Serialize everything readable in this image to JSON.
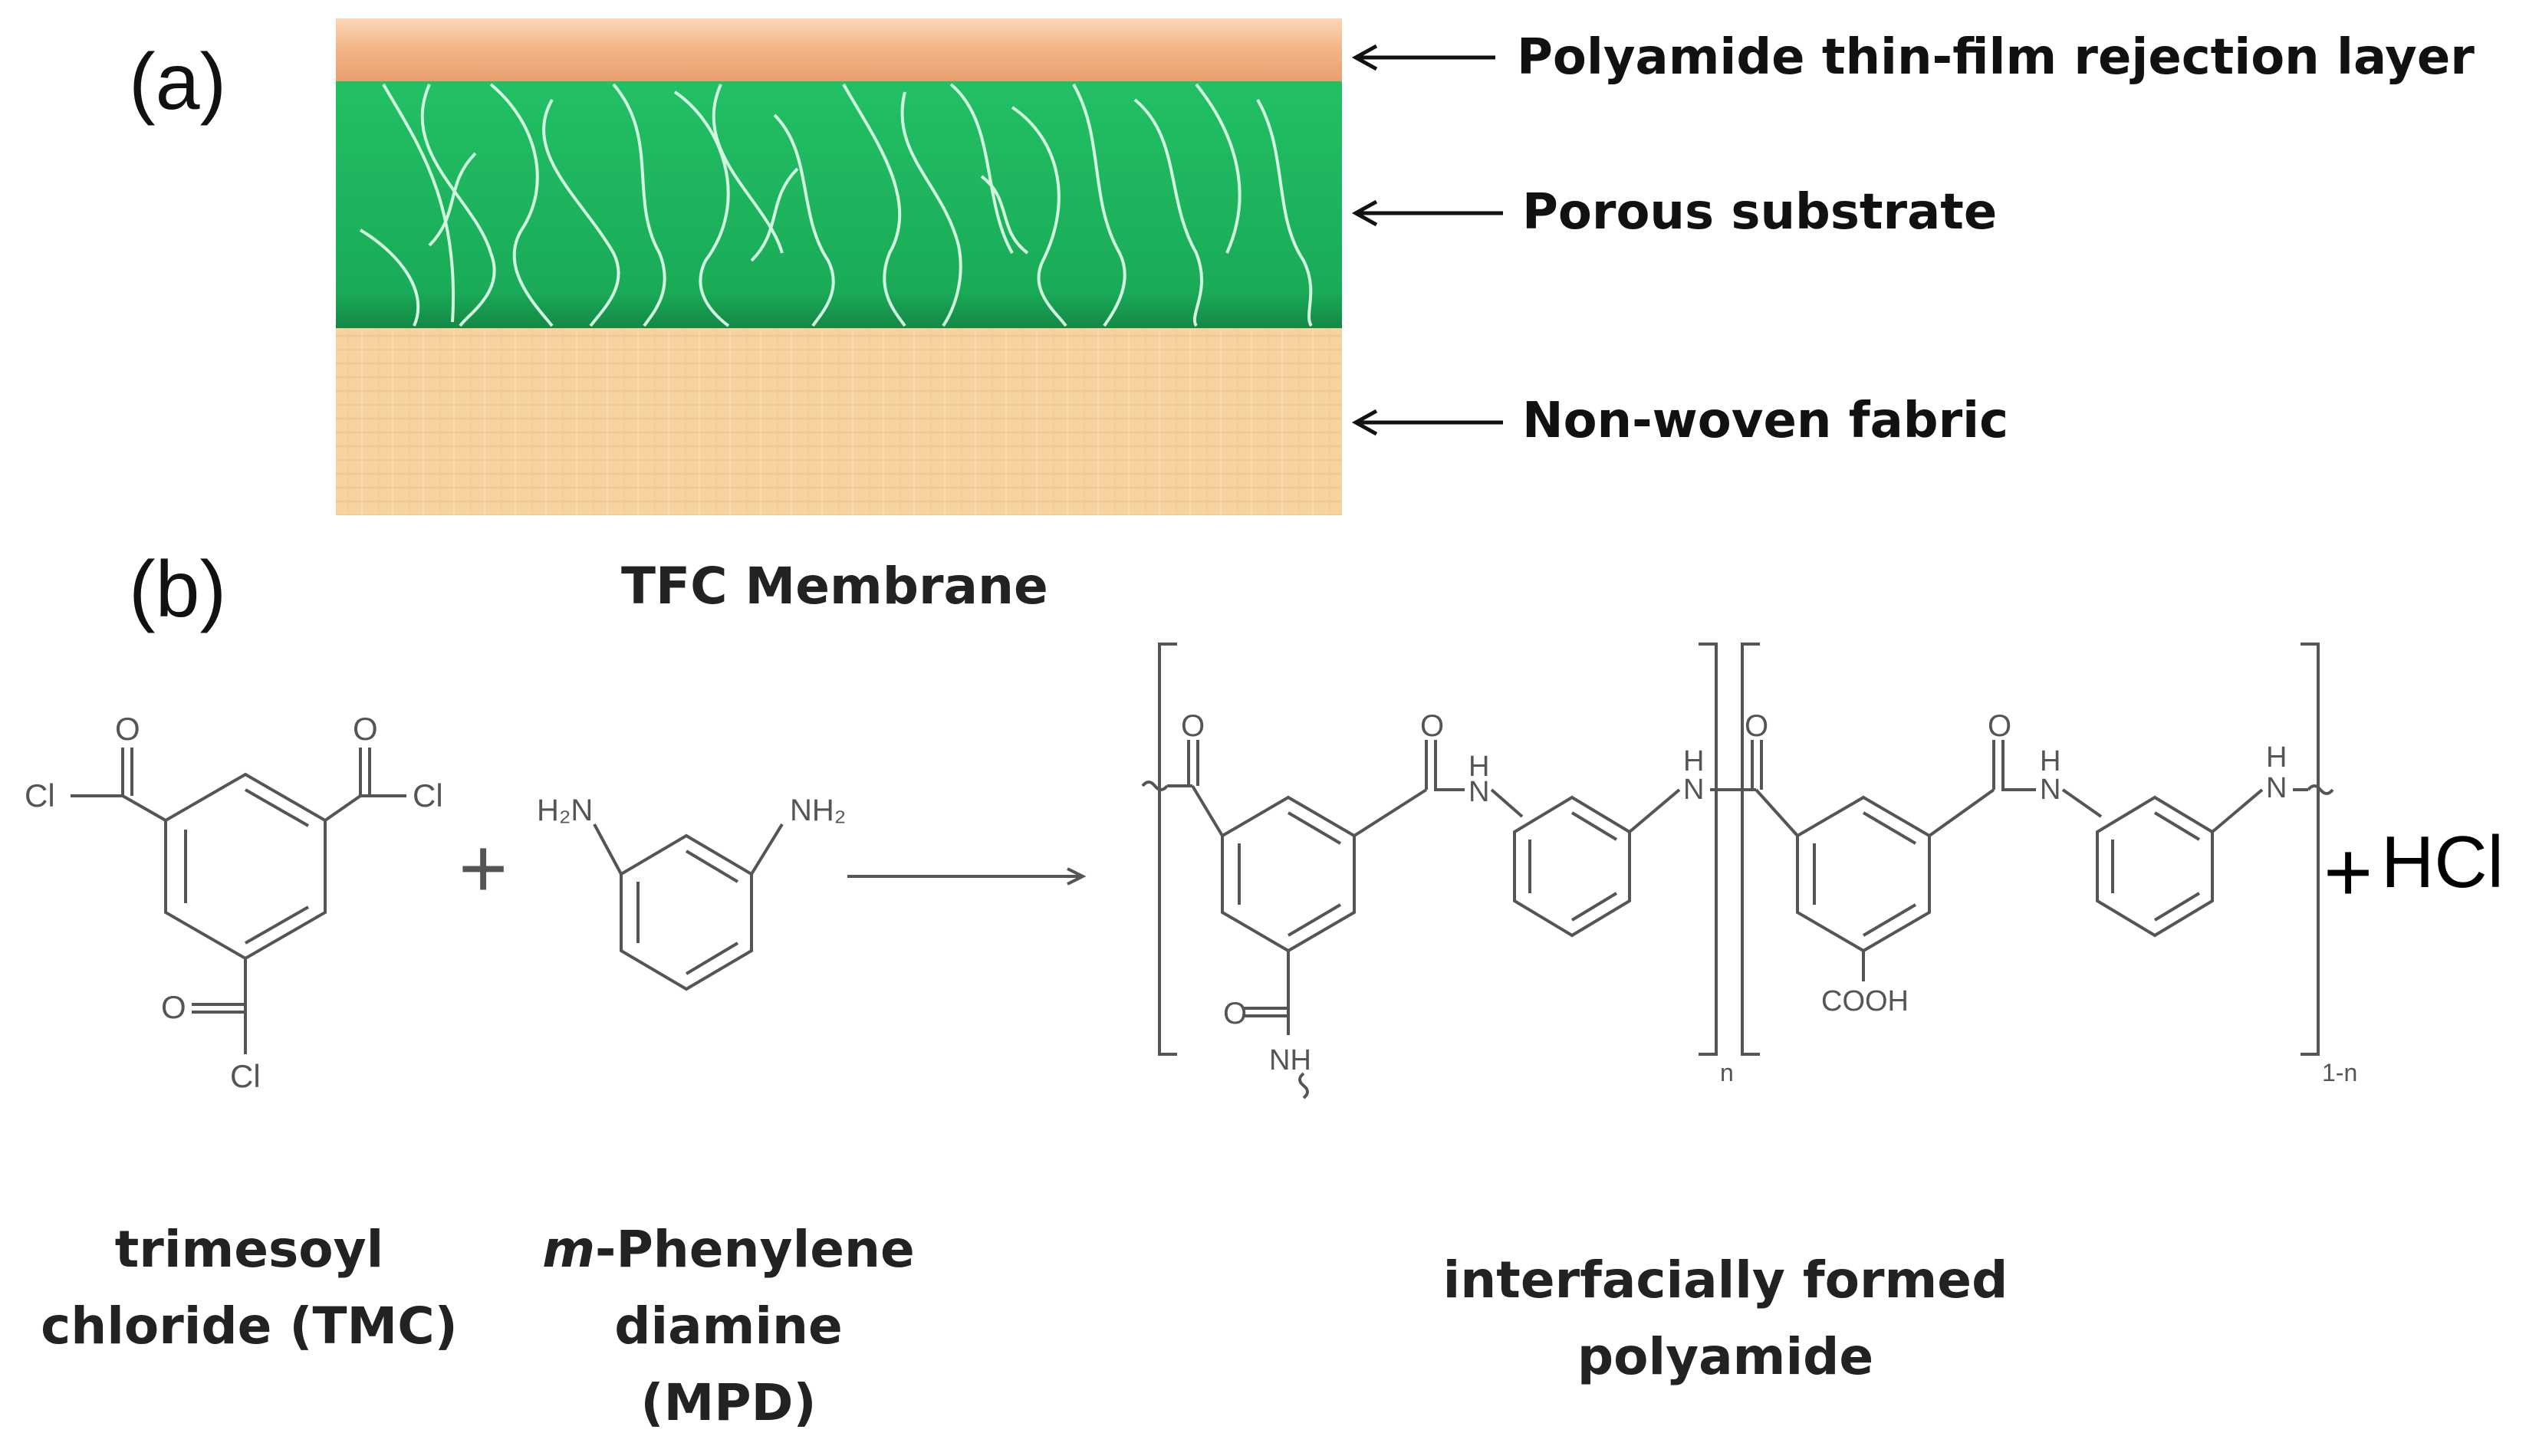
{
  "panel_a": {
    "label": "(a)",
    "layers": [
      {
        "name": "Polyamide thin-film rejection layer",
        "color": "#f3b486"
      },
      {
        "name": "Porous substrate",
        "color": "#1fb35c"
      },
      {
        "name": "Non-woven fabric",
        "color": "#f7cf9c"
      }
    ],
    "caption": "TFC Membrane"
  },
  "panel_b": {
    "label": "(b)",
    "tmc": {
      "atoms": {
        "cl_left": "Cl",
        "cl_right": "Cl",
        "cl_bottom": "Cl",
        "o_left": "O",
        "o_right": "O",
        "o_bottom": "O"
      },
      "caption_line1": "trimesoyl",
      "caption_line2": "chloride (TMC)"
    },
    "plus": "+",
    "mpd": {
      "atoms": {
        "nh2_left": "H₂N",
        "nh2_right": "NH₂"
      },
      "caption_italic": "m",
      "caption_line1_rest": "-Phenylene",
      "caption_line2": "diamine",
      "caption_line3": "(MPD)"
    },
    "polyamide": {
      "atoms": {
        "o": "O",
        "nh": "NH",
        "n": "N",
        "h": "H",
        "cooh": "COOH",
        "sub_n": "n",
        "sub_1n": "1-n"
      },
      "caption_line1": "interfacially formed",
      "caption_line2": "polyamide"
    },
    "byproduct_plus": "+",
    "byproduct": "HCl"
  }
}
